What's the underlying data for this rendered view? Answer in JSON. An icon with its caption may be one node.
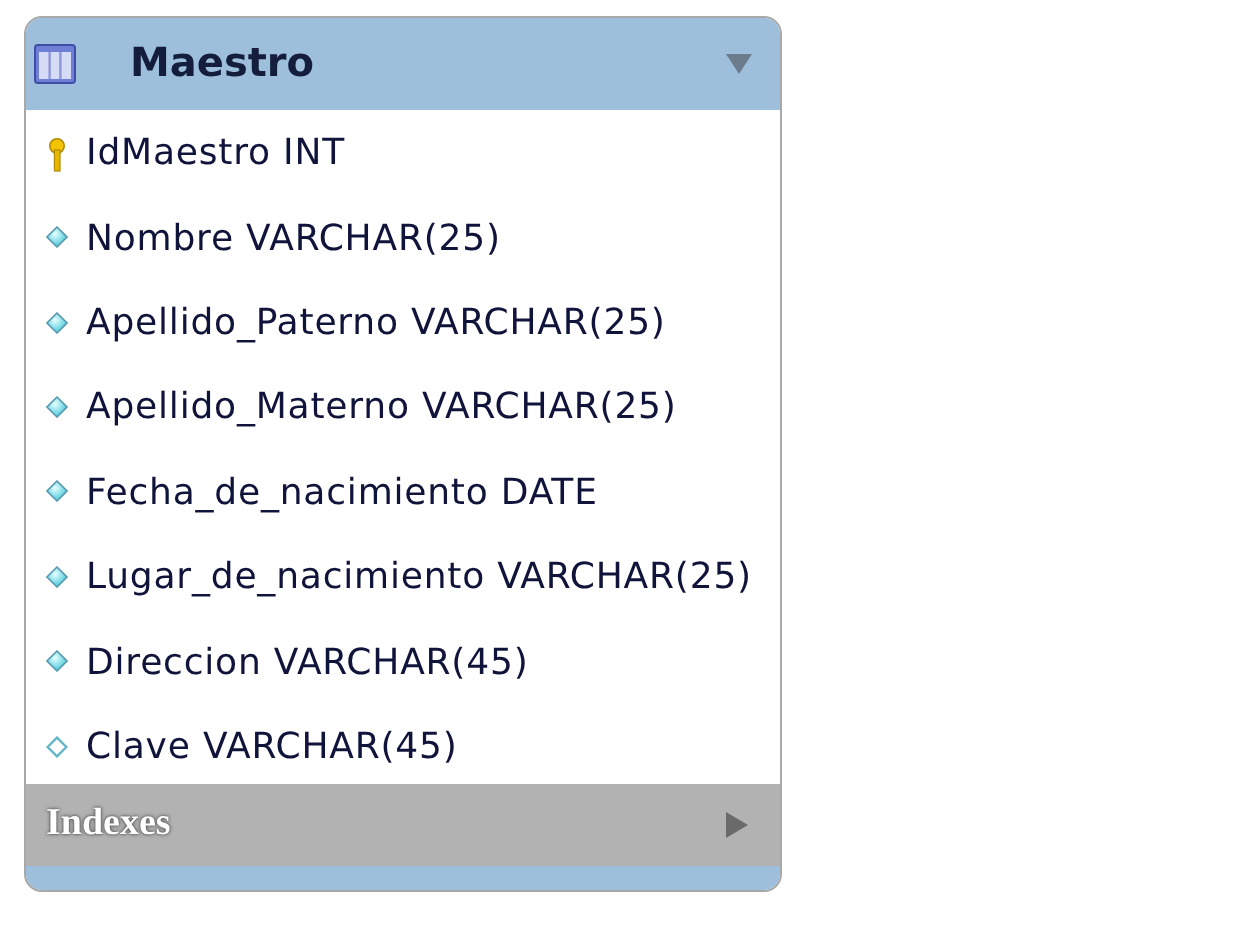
{
  "diagram": {
    "nodes": [
      {
        "text": [
          "Maestro",
          "IdMaestro INT",
          "Nombre VARCHAR(25)",
          "Apellido_Paterno VARCHAR(25)",
          "Apellido_Materno VARCHAR(25)",
          "Fecha_de_nacimiento DATE",
          "Lugar_de_nacimiento VARCHAR(25)",
          "Direccion VARCHAR(45)",
          "Clave VARCHAR(45)",
          "Indexes"
        ]
      }
    ]
  }
}
